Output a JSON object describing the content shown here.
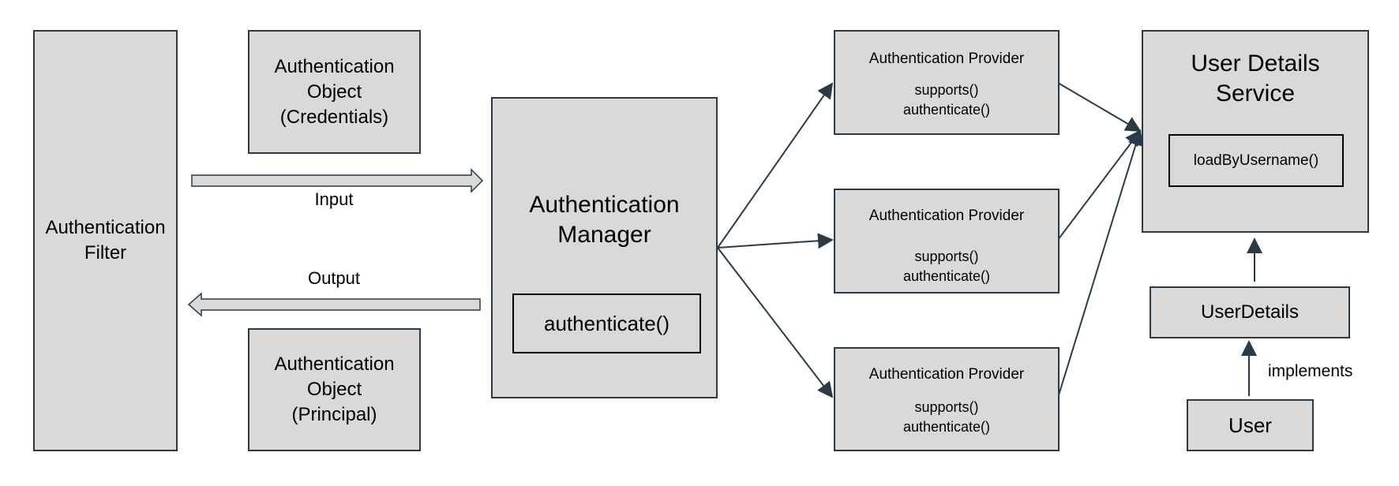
{
  "filter": {
    "line1": "Authentication",
    "line2": "Filter"
  },
  "auth_object_credentials": {
    "line1": "Authentication",
    "line2": "Object",
    "line3": "(Credentials)"
  },
  "auth_object_principal": {
    "line1": "Authentication",
    "line2": "Object",
    "line3": "(Principal)"
  },
  "input_label": "Input",
  "output_label": "Output",
  "manager": {
    "line1": "Authentication",
    "line2": "Manager",
    "method": "authenticate()"
  },
  "providers": [
    {
      "title": "Authentication Provider",
      "method1": "supports()",
      "method2": "authenticate()"
    },
    {
      "title": "Authentication Provider",
      "method1": "supports()",
      "method2": "authenticate()"
    },
    {
      "title": "Authentication Provider",
      "method1": "supports()",
      "method2": "authenticate()"
    }
  ],
  "user_details_service": {
    "line1": "User Details",
    "line2": "Service",
    "method": "loadByUsername()"
  },
  "user_details": "UserDetails",
  "implements_label": "implements",
  "user": "User",
  "colors": {
    "box_fill": "#d9d9d9",
    "border": "#2a3b47",
    "arrow": "#2a3b47"
  }
}
